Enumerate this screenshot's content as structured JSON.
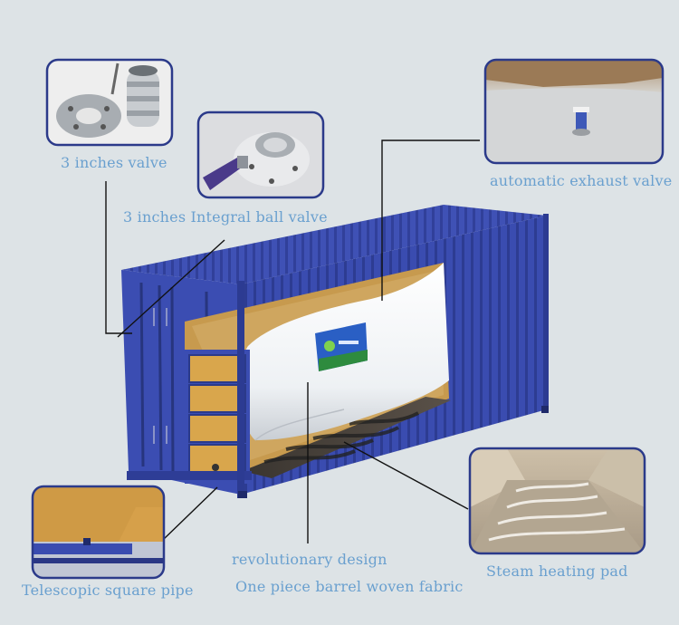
{
  "labels": {
    "valve_3in": "3 inches valve",
    "ball_valve": "3 inches Integral ball valve",
    "exhaust_valve": "automatic exhaust valve",
    "revolutionary": "revolutionary design",
    "barrel_fabric": "One piece barrel woven fabric",
    "steam_pad": "Steam heating pad",
    "square_pipe": "Telescopic square pipe"
  },
  "colors": {
    "background": "#dde3e6",
    "container_blue": "#3d4fb3",
    "frame_border": "#2b3a8a",
    "label_text": "#6aa0cf",
    "bag_white": "#f4f6f8",
    "bulkhead_orange": "#d9a64c"
  }
}
